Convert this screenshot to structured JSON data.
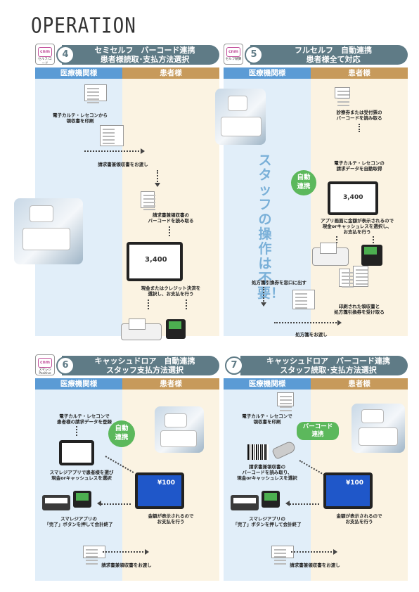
{
  "page": {
    "title": "OPERATION"
  },
  "columns": {
    "left": "医療機関様",
    "right": "患者様"
  },
  "panel4": {
    "num": "4",
    "logo": "cnm",
    "logo_sub": "セルフ/コード",
    "title1": "セミセルフ　バーコード連携",
    "title2": "患者様読取･支払方法選択",
    "s1": [
      "電子カルテ・レセコンから",
      "領収書を印刷"
    ],
    "s2": "請求書兼領収書をお渡し",
    "s3": [
      "請求書兼領収書の",
      "バーコードを読み取る"
    ],
    "tablet_amount": "3,400",
    "s4": [
      "現金またはクレジット決済を",
      "選択し、お支払を行う"
    ]
  },
  "panel5": {
    "num": "5",
    "logo": "cnm",
    "logo_sub": "セルフ精算",
    "title1": "フルセルフ　自動連携",
    "title2": "患者様全て対応",
    "vertical": "スタッフの操作は不要！",
    "badge": [
      "自動",
      "連携"
    ],
    "s1": [
      "診察券または受付票の",
      "バーコードを読み取る"
    ],
    "s2": [
      "電子カルテ・レセコンの",
      "請求データを自動取得"
    ],
    "tablet_amount": "3,400",
    "s3": [
      "アプリ画面に金額が表示されるので",
      "現金orキャッシュレスを選択し、",
      "お支払を行う"
    ],
    "s4": "処方箋引換券を窓口に出す",
    "s5": [
      "印刷された領収書と",
      "処方箋引換券を受け取る"
    ],
    "s6": "処方箋をお渡し"
  },
  "panel6": {
    "num": "6",
    "logo": "cnm",
    "logo_sub": "スマレジ Positive",
    "title1": "キャッシュドロア　自動連携",
    "title2": "スタッフ支払方法選択",
    "badge": [
      "自動",
      "連携"
    ],
    "s1": [
      "電子カルテ・レセコンで",
      "患者様の請求データを登録"
    ],
    "s2": [
      "スマレジアプリで患者様を選び",
      "現金orキャッシュレスを選択"
    ],
    "display_amount": "¥100",
    "s3": [
      "金額が表示されるので",
      "お支払を行う"
    ],
    "s4": [
      "スマレジアプリの",
      "「完了」ボタンを押して会計終了"
    ],
    "s5": "請求書兼領収書をお渡し"
  },
  "panel7": {
    "num": "7",
    "title1": "キャッシュドロア　バーコード連携",
    "title2": "スタッフ読取･支払方法選択",
    "badge": [
      "バーコード",
      "連携"
    ],
    "s1": [
      "電子カルテ・レセコンで",
      "領収書を印刷"
    ],
    "s2": [
      "請求書兼領収書の",
      "バーコードを読み取り、",
      "現金orキャッシュレスを選択"
    ],
    "display_amount": "¥100",
    "s3": [
      "金額が表示されるので",
      "お支払を行う"
    ],
    "s4": [
      "スマレジアプリの",
      "「完了」ボタンを押して会計終了"
    ],
    "s5": "請求書兼領収書をお渡し"
  },
  "colors": {
    "header": "#5f7b86",
    "medical": "#5b9bd5",
    "patient": "#c79a5b",
    "badge": "#5cb85c",
    "vertical_text": "#7ab0d8"
  }
}
